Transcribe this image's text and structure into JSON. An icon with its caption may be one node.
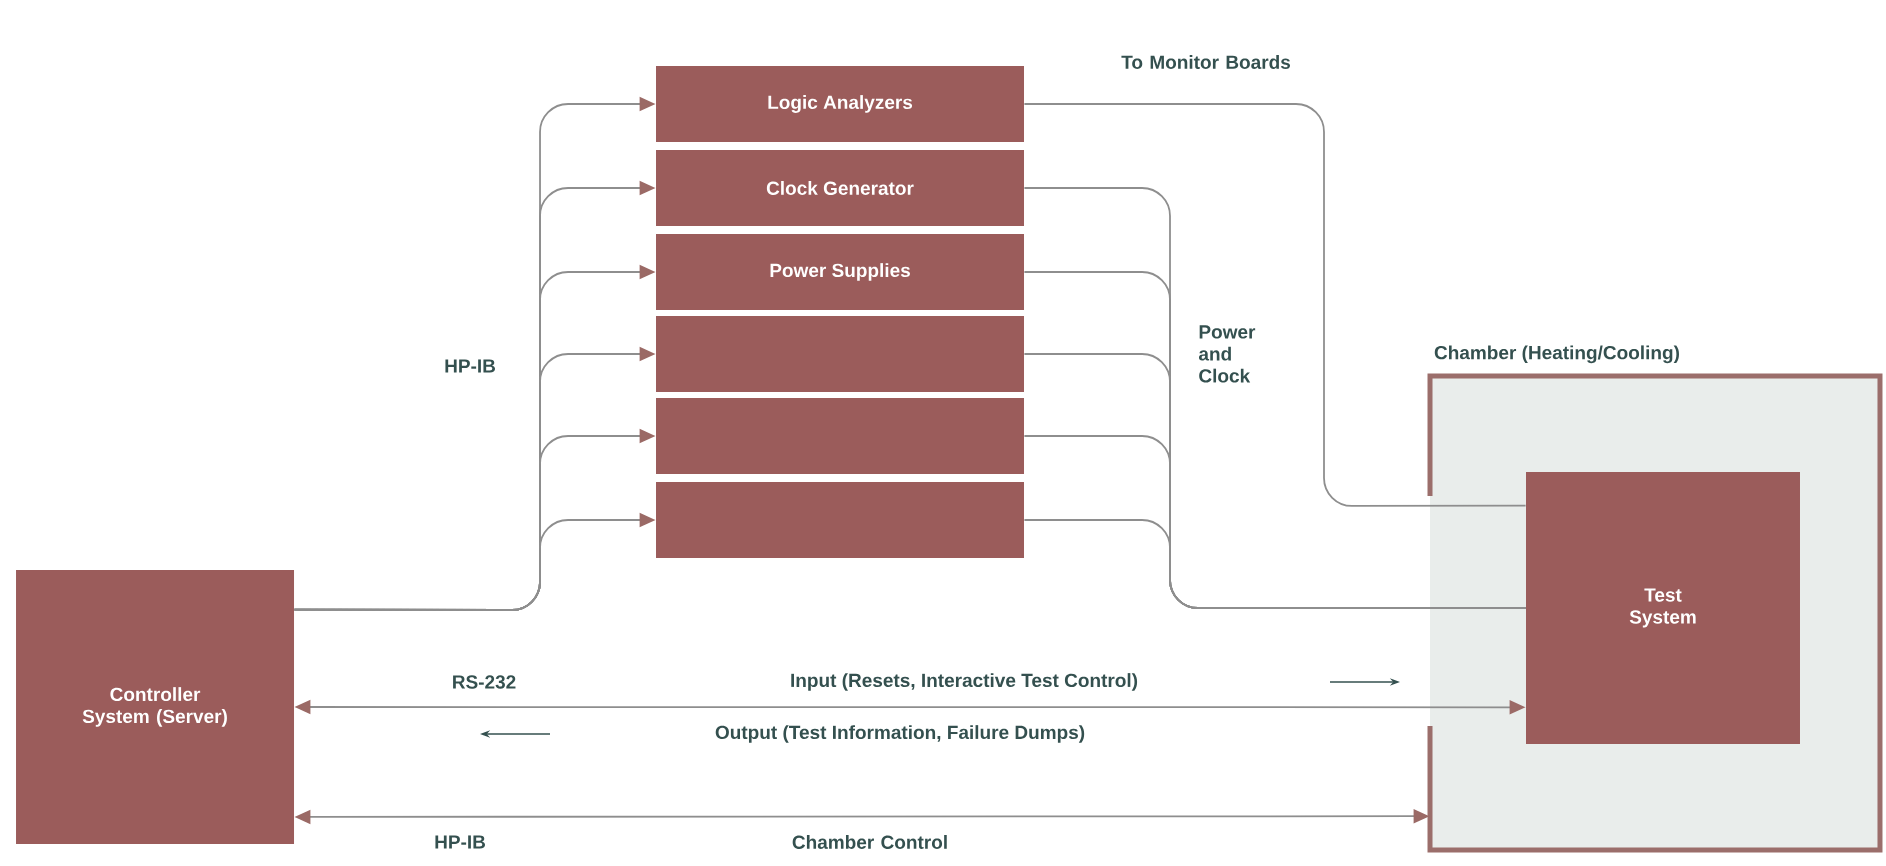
{
  "diagram": {
    "nodes": [
      {
        "text": [
          "Controller System (Server)"
        ]
      },
      {
        "text": [
          "Logic Analyzers"
        ]
      },
      {
        "text": [
          "Clock Generator"
        ]
      },
      {
        "text": [
          "Power Supplies"
        ]
      },
      {
        "text": [],
        "shape": "box"
      },
      {
        "text": [],
        "shape": "box"
      },
      {
        "text": [],
        "shape": "box"
      },
      {
        "text": [
          "Chamber (Heating/Cooling)"
        ]
      },
      {
        "text": [
          "Test System"
        ],
        "in": 7
      }
    ],
    "edges": [
      {
        "from": 0,
        "to": 1,
        "arrow": "to"
      },
      {
        "from": 0,
        "to": 2,
        "arrow": "to"
      },
      {
        "from": 0,
        "to": 3,
        "arrow": "to"
      },
      {
        "from": 0,
        "to": 4,
        "arrow": "to"
      },
      {
        "from": 0,
        "to": 5,
        "arrow": "to"
      },
      {
        "from": 0,
        "to": 6,
        "arrow": "to"
      },
      {
        "from": 1,
        "to": 8,
        "arrow": "none",
        "label": "To Monitor Boards"
      },
      {
        "from": 2,
        "to": 8,
        "arrow": "none"
      },
      {
        "from": 3,
        "to": 8,
        "arrow": "none"
      },
      {
        "from": 4,
        "to": 8,
        "arrow": "none"
      },
      {
        "from": 5,
        "to": 8,
        "arrow": "none"
      },
      {
        "from": 6,
        "to": 8,
        "arrow": "none"
      },
      {
        "from": 0,
        "to": 8,
        "arrow": "both",
        "label": "RS-232"
      },
      {
        "from": 0,
        "to": 7,
        "arrow": "both",
        "label": "Chamber Control"
      }
    ],
    "labels": [
      "HP-IB",
      "Power and Clock",
      "Input (Resets, Interactive Test Control)",
      "Output (Test Information, Failure Dumps)",
      "HP-IB"
    ]
  }
}
